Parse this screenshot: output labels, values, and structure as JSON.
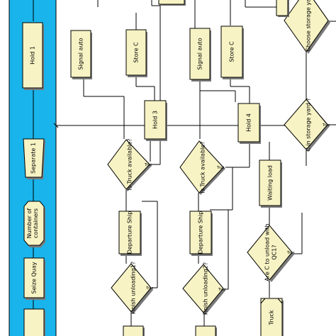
{
  "palette": {
    "blue_bar": "#19b4ec",
    "module_fill": "#f7f3c4",
    "outline": "#000000"
  },
  "modules": {
    "hold1": "Hold 1",
    "separate1": "Separate 1",
    "number_of_containers": "Number of\ncontainers",
    "seize_quay": "Seize Quay",
    "signal_auto_1": "Signal auto",
    "store_c_1": "Store C",
    "hold3": "Hold 3",
    "is_truck_available_1": "Is Truck  available?",
    "departure_ship_1": "Departure Ship",
    "finish_unloading_1": "Finish unloading1?",
    "signal_auto_2": "Signal auto",
    "store_c_2": "Store C",
    "hold4": "Hold 4",
    "is_truck_available_2": "Is Truck  available?",
    "departure_ship_2": "Departure Ship",
    "finish_unloading_2": "Finish unloading2?",
    "choose_storage_yard": "Choose storage yard?",
    "c_in_storage_yard": "C in storage yard ?",
    "waiting_load": "Waiting load",
    "are_c_to_unload": "Are C to unload with\nQC1?",
    "truck": "Truck"
  },
  "branch_labels": {
    "true_1": "True",
    "true_2": "True",
    "true_3": "True",
    "true_4": "True",
    "true_5": "True",
    "true_6": "True"
  }
}
